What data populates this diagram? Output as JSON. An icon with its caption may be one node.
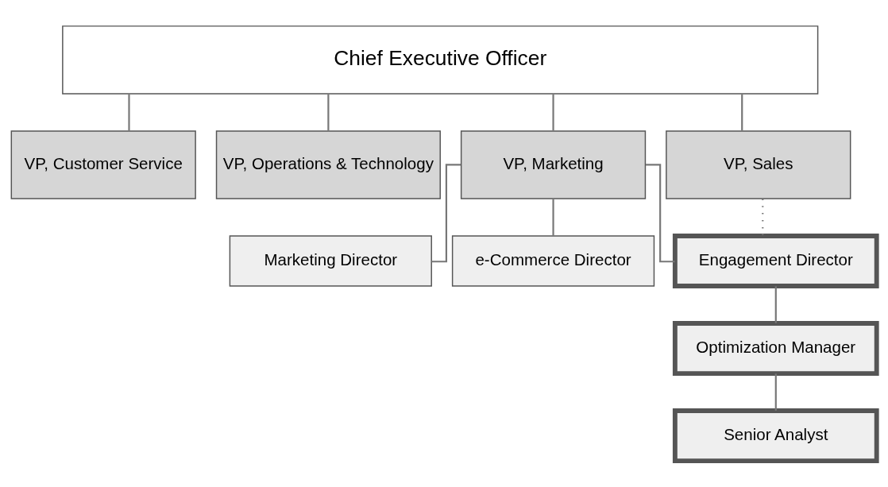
{
  "diagram": {
    "nodes": [
      {
        "text": [
          "Chief Executive Officer"
        ]
      },
      {
        "text": [
          "VP, Customer Service"
        ]
      },
      {
        "text": [
          "VP, Operations & Technology"
        ]
      },
      {
        "text": [
          "VP, Marketing"
        ]
      },
      {
        "text": [
          "VP, Sales"
        ]
      },
      {
        "text": [
          "Marketing Director"
        ]
      },
      {
        "text": [
          "e-Commerce Director"
        ]
      },
      {
        "text": [
          "Engagement Director"
        ]
      },
      {
        "text": [
          "Optimization Manager"
        ]
      },
      {
        "text": [
          "Senior Analyst"
        ]
      }
    ],
    "edges": [
      {
        "from": 0,
        "to": 1,
        "arrow": "none"
      },
      {
        "from": 0,
        "to": 2,
        "arrow": "none"
      },
      {
        "from": 0,
        "to": 3,
        "arrow": "none"
      },
      {
        "from": 0,
        "to": 4,
        "arrow": "none"
      },
      {
        "from": 3,
        "to": 5,
        "arrow": "none"
      },
      {
        "from": 3,
        "to": 6,
        "arrow": "none"
      },
      {
        "from": 3,
        "to": 7,
        "arrow": "none"
      },
      {
        "from": 4,
        "to": 7,
        "arrow": "none",
        "style": "dashed"
      },
      {
        "from": 7,
        "to": 8,
        "arrow": "none"
      },
      {
        "from": 8,
        "to": 9,
        "arrow": "none"
      }
    ]
  }
}
